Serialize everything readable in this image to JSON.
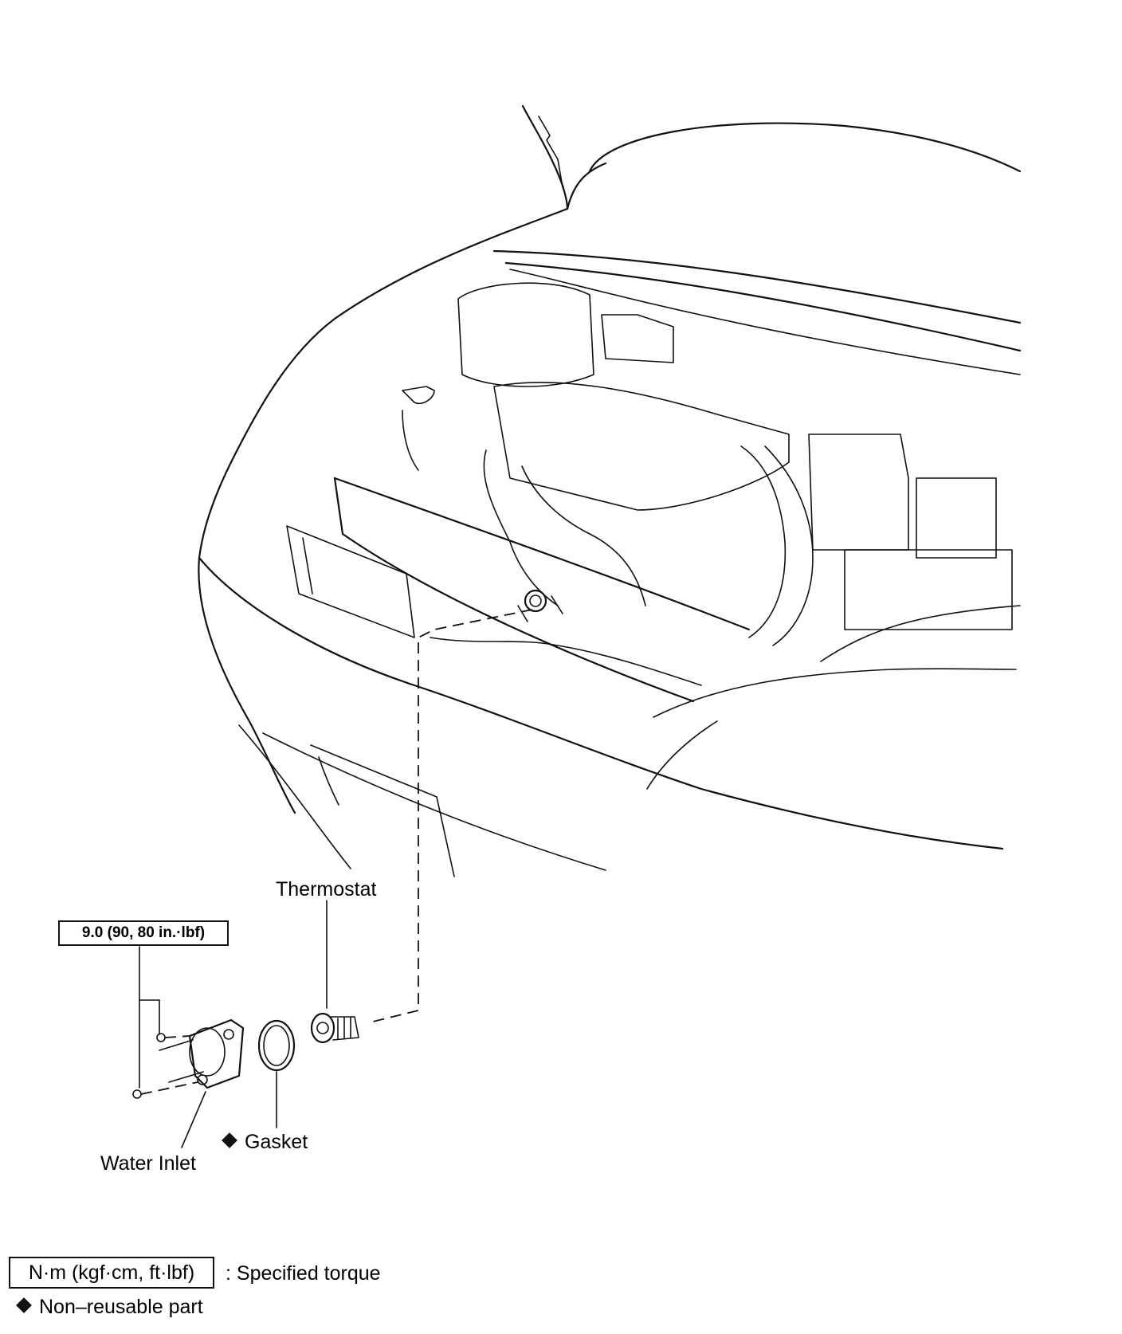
{
  "callouts": {
    "thermostat": "Thermostat",
    "gasket": "Gasket",
    "water_inlet": "Water Inlet",
    "torque_value": "9.0 (90, 80 in.·lbf)"
  },
  "legend": {
    "torque_unit": "N·m (kgf·cm, ft·lbf)",
    "torque_meaning": ": Specified torque",
    "non_reusable": "Non–reusable part"
  },
  "icons": {
    "non_reusable_marker": "diamond-icon"
  }
}
